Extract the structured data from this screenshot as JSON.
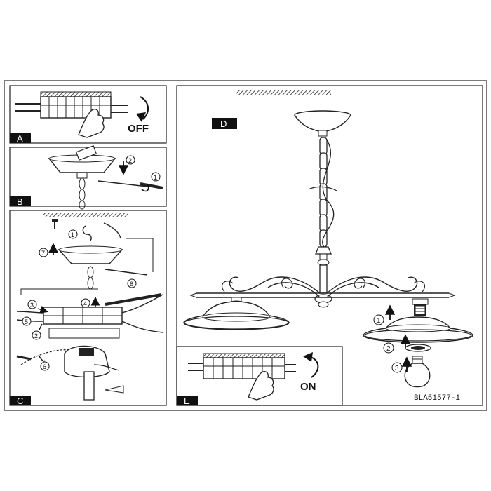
{
  "panels": {
    "a": {
      "letter": "A",
      "action": "OFF"
    },
    "b": {
      "letter": "B",
      "steps": [
        "2",
        "1"
      ]
    },
    "c": {
      "letter": "C",
      "steps": [
        "1",
        "7",
        "8",
        "3",
        "4",
        "5",
        "2",
        "6"
      ]
    },
    "d": {
      "letter": "D",
      "steps": [
        "1",
        "2",
        "3"
      ]
    },
    "e": {
      "letter": "E",
      "action": "ON"
    }
  },
  "model_code": "BLA51577-1",
  "colors": {
    "line": "#222222",
    "label_fill": "#111111",
    "label_text": "#ffffff"
  }
}
